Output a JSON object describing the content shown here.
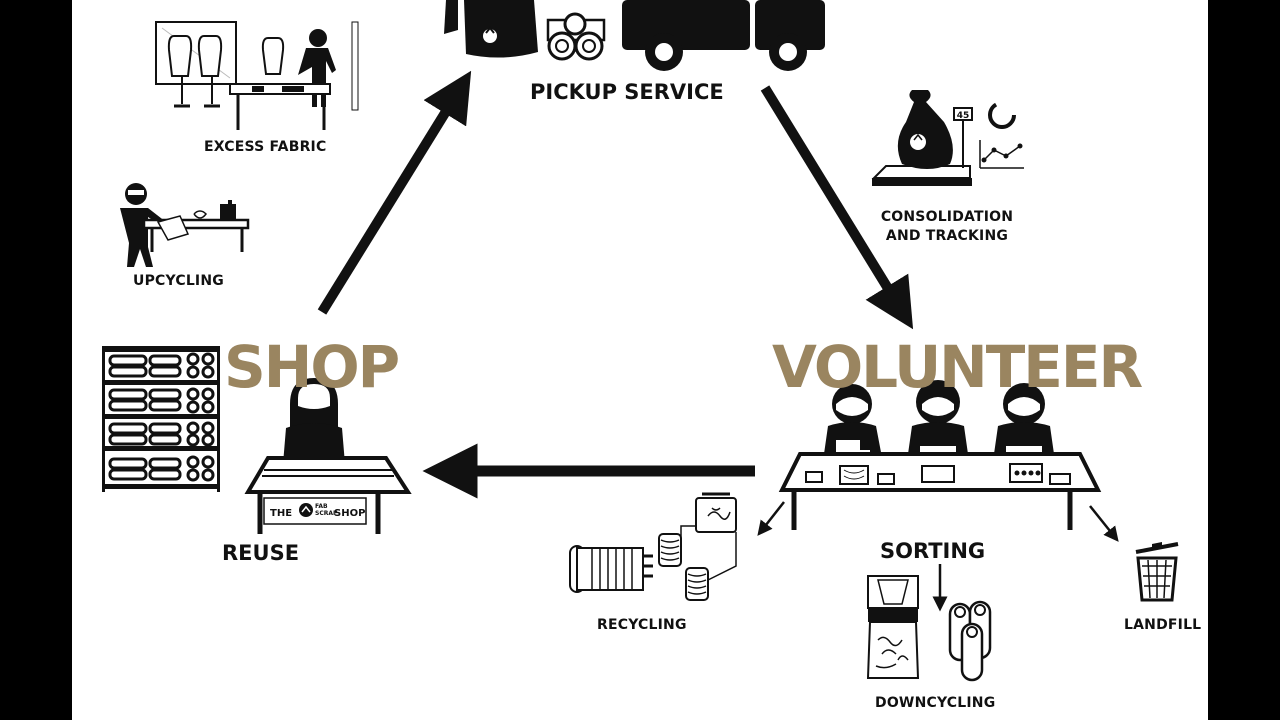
{
  "labels": {
    "pickup_service": "PICKUP SERVICE",
    "excess_fabric": "EXCESS FABRIC",
    "upcycling": "UPCYCLING",
    "consolidation_line1": "CONSOLIDATION",
    "consolidation_line2": "AND TRACKING",
    "shop": "SHOP",
    "volunteer": "VOLUNTEER",
    "reuse": "REUSE",
    "sorting": "SORTING",
    "recycling": "RECYCLING",
    "landfill": "LANDFILL",
    "downcycling": "DOWNCYCLING",
    "shop_sign_left": "THE",
    "shop_sign_right": "SHOP",
    "brand_line1": "FAB",
    "brand_line2": "SCRAP",
    "scale_reading": "45"
  },
  "colors": {
    "accent": "#9A8560",
    "ink": "#111111",
    "background": "#FFFFFF",
    "frame": "#000000"
  },
  "icons": [
    "recycle-icon",
    "trash-can-icon",
    "truck-icon",
    "scrap-bag-icon",
    "fabric-roll-icon",
    "scale-icon",
    "chart-icon",
    "donut-chart-icon"
  ]
}
